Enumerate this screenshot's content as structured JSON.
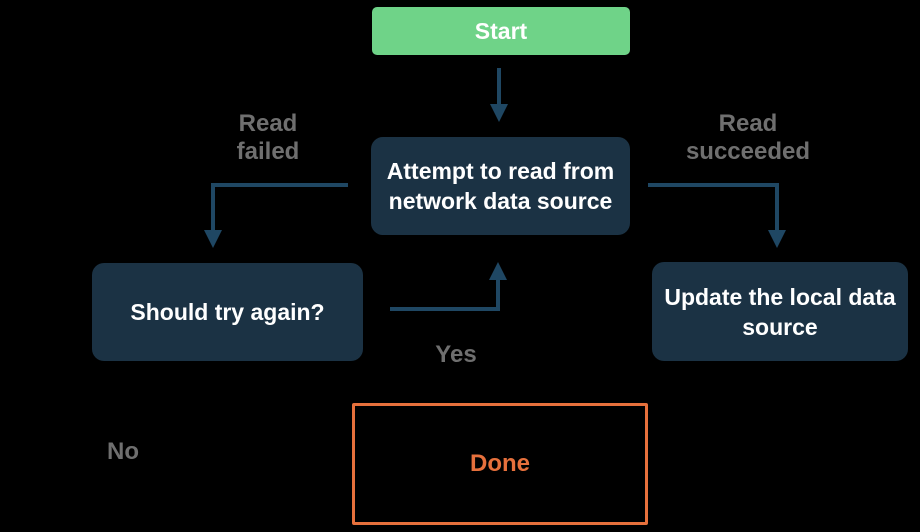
{
  "diagram": {
    "nodes": {
      "start": {
        "label": "Start"
      },
      "attempt": {
        "label": "Attempt to read from\nnetwork data source"
      },
      "should_try_again": {
        "label": "Should try again?"
      },
      "update_local": {
        "label": "Update the local data\nsource"
      },
      "done": {
        "label": "Done"
      }
    },
    "edge_labels": {
      "read_failed": "Read\nfailed",
      "read_succeeded": "Read\nsucceeded",
      "yes": "Yes",
      "no": "No"
    },
    "colors": {
      "background": "#000000",
      "node_fill": "#1b3244",
      "node_text": "#ffffff",
      "start_fill": "#6fd388",
      "start_text": "#ffffff",
      "arrow": "#1f4763",
      "edge_label_text": "#6f6f6f",
      "done_accent": "#e6703c"
    }
  }
}
